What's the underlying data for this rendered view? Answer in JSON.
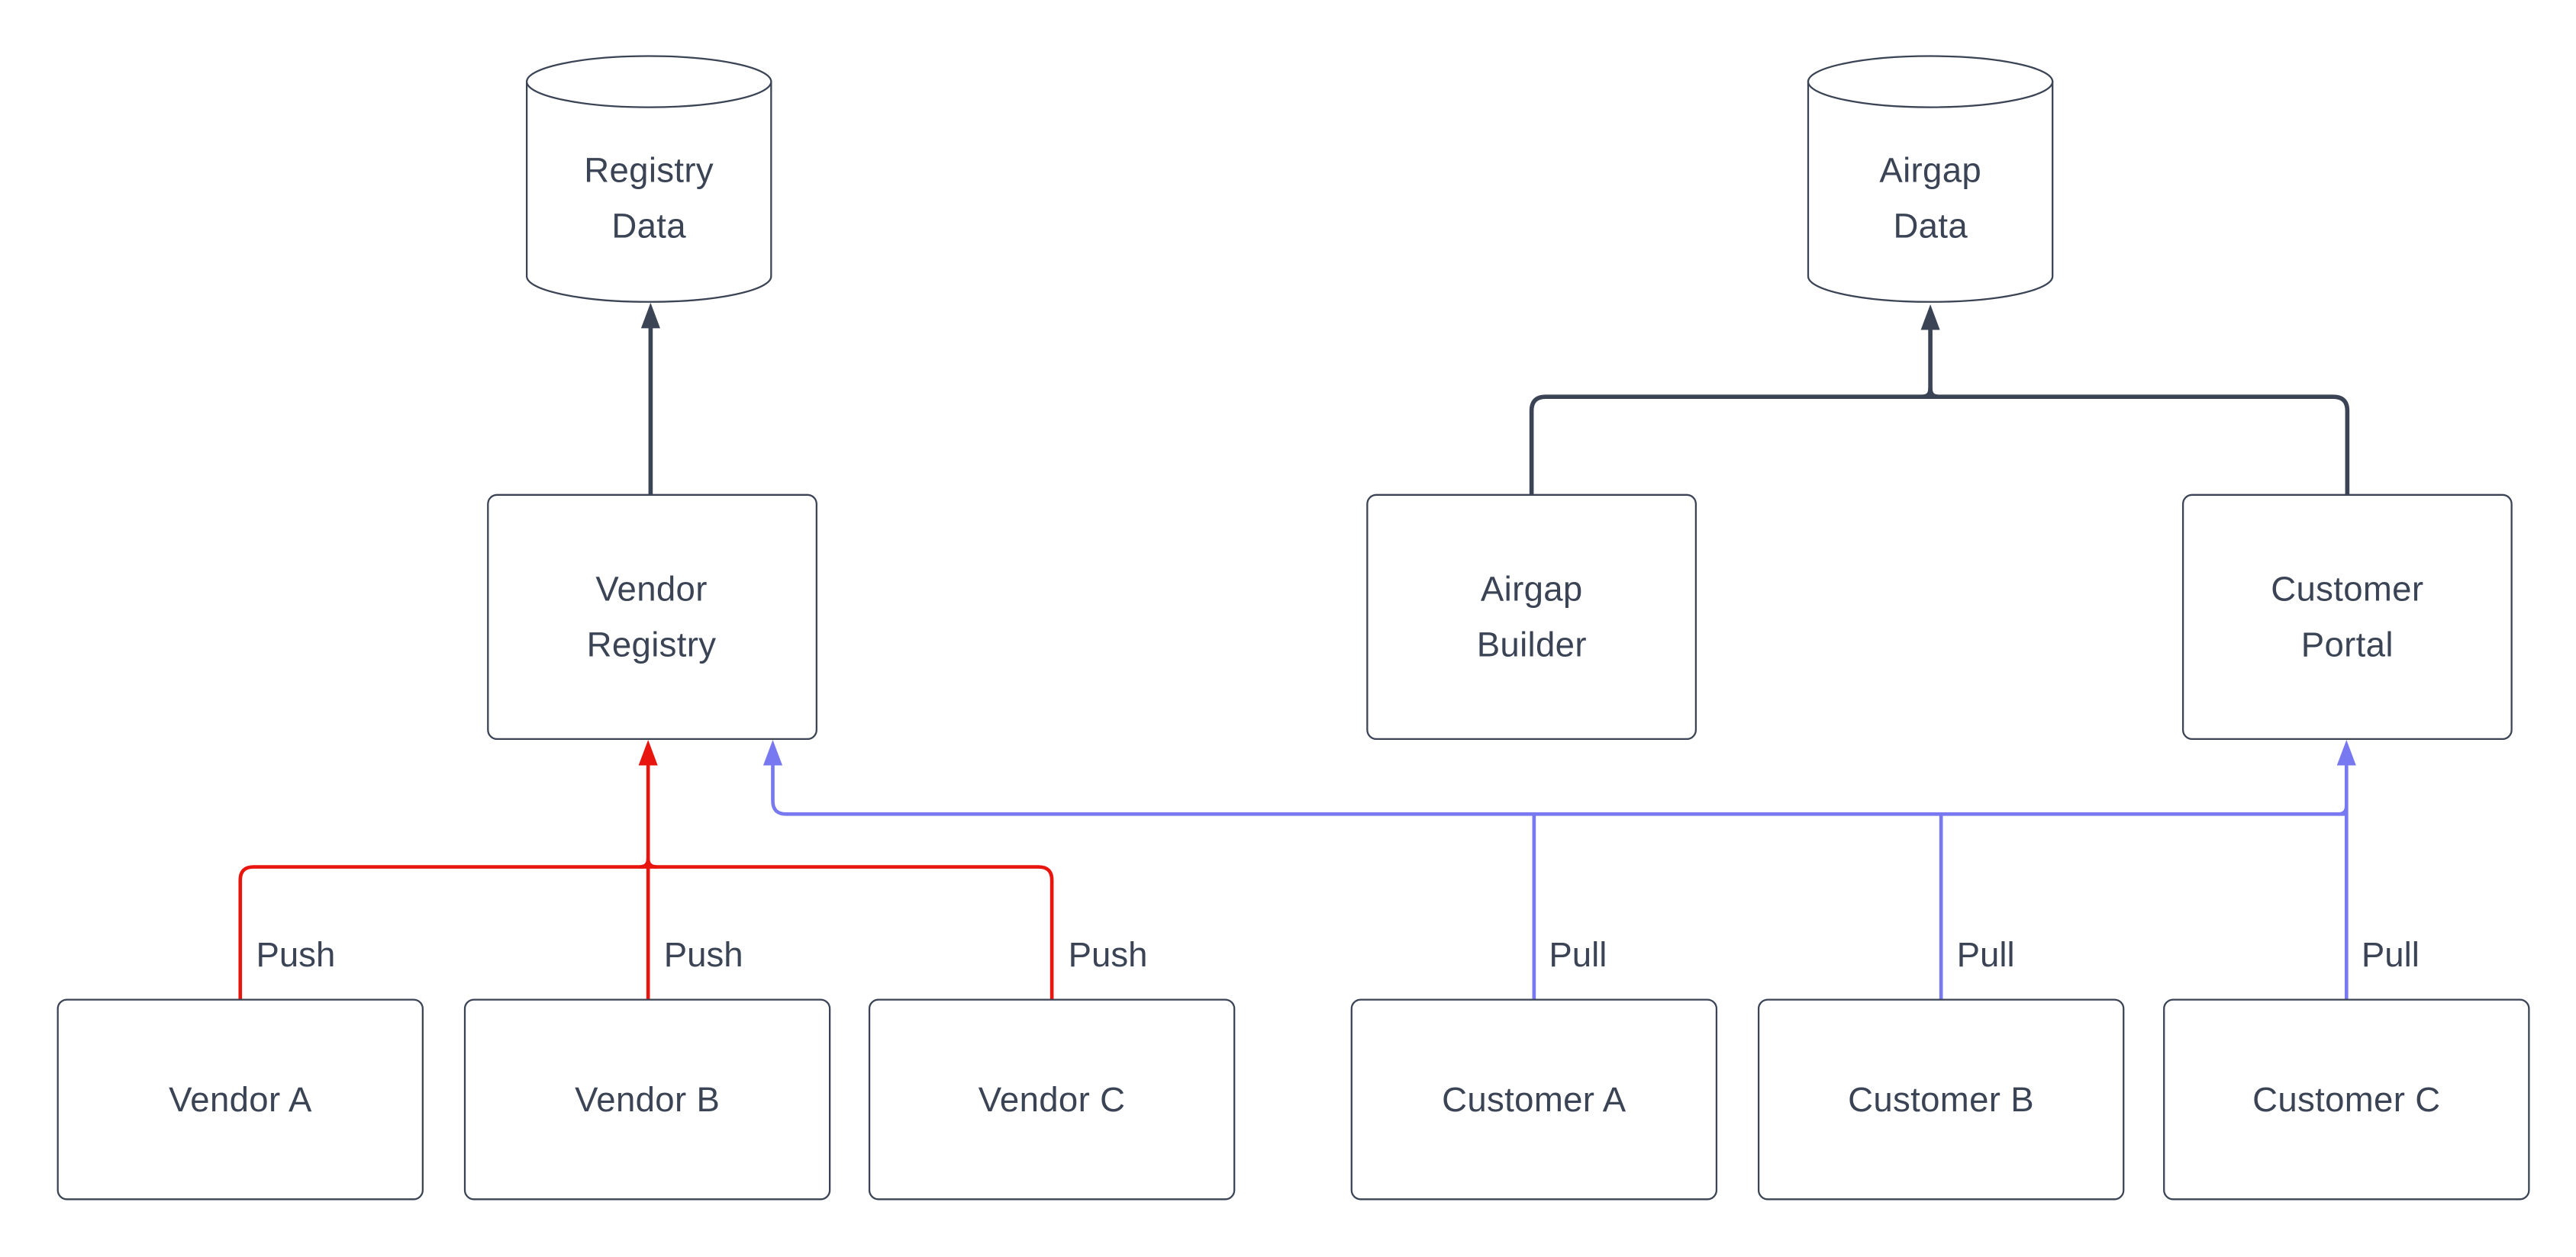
{
  "palette": {
    "background": "#ffffff",
    "ink": "#3b4455",
    "node_stroke": "#3a4454",
    "push_red": "#e8140e",
    "pull_purple": "#7878f0"
  },
  "datastores": {
    "registry_data": {
      "line1": "Registry",
      "line2": "Data"
    },
    "airgap_data": {
      "line1": "Airgap",
      "line2": "Data"
    }
  },
  "services": {
    "vendor_registry": {
      "line1": "Vendor",
      "line2": "Registry"
    },
    "airgap_builder": {
      "line1": "Airgap",
      "line2": "Builder"
    },
    "customer_portal": {
      "line1": "Customer",
      "line2": "Portal"
    }
  },
  "actors": {
    "vendor_a": {
      "label": "Vendor A"
    },
    "vendor_b": {
      "label": "Vendor B"
    },
    "vendor_c": {
      "label": "Vendor C"
    },
    "customer_a": {
      "label": "Customer A"
    },
    "customer_b": {
      "label": "Customer B"
    },
    "customer_c": {
      "label": "Customer C"
    }
  },
  "edge_labels": {
    "push_a": {
      "text": "Push"
    },
    "push_b": {
      "text": "Push"
    },
    "push_c": {
      "text": "Push"
    },
    "pull_a": {
      "text": "Pull"
    },
    "pull_b": {
      "text": "Pull"
    },
    "pull_c": {
      "text": "Pull"
    }
  }
}
